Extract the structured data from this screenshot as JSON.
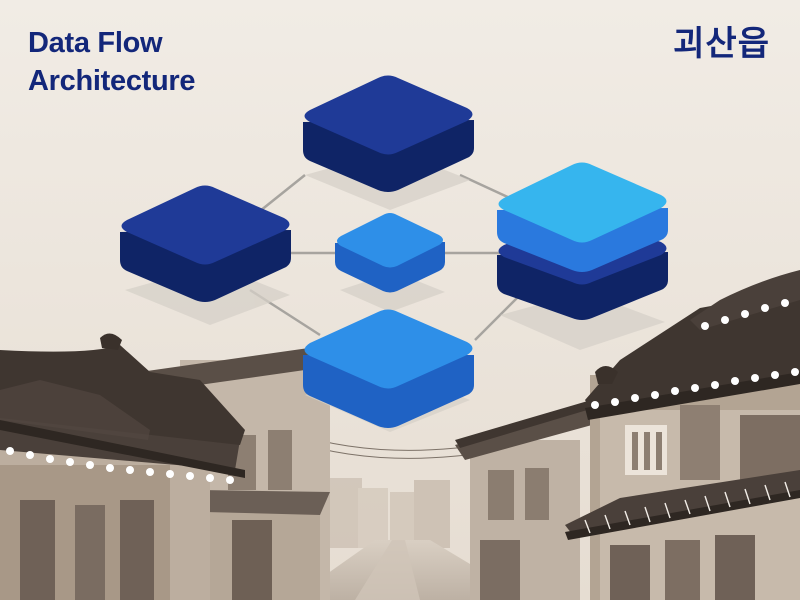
{
  "title": {
    "line1": "Data Flow",
    "line2": "Architecture"
  },
  "korean_title": "괴산읍",
  "colors": {
    "sky": "#eee8e0",
    "title": "#13277a",
    "navy_top": "#1f3a97",
    "navy_side": "#0f2466",
    "blue_top": "#2e8fe8",
    "blue_side": "#1f62c4",
    "cyan_top": "#36b5ee",
    "connector": "#a7a49f",
    "building_light": "#c9bdb0",
    "building_mid": "#a89a8c",
    "building_dark": "#6d5f53",
    "roof": "#4e443e",
    "tile_caps": "#ffffff"
  },
  "diagram": {
    "nodes": [
      {
        "id": "top",
        "color": "navy",
        "layers": 1
      },
      {
        "id": "left",
        "color": "navy",
        "layers": 1
      },
      {
        "id": "center",
        "color": "blue",
        "layers": 1
      },
      {
        "id": "right",
        "color": "cyan-navy-stack",
        "layers": 2
      },
      {
        "id": "bottom",
        "color": "blue",
        "layers": 1
      }
    ],
    "connections": [
      [
        "top",
        "left"
      ],
      [
        "top",
        "right"
      ],
      [
        "left",
        "center"
      ],
      [
        "center",
        "right"
      ],
      [
        "left",
        "bottom"
      ],
      [
        "bottom",
        "right"
      ]
    ]
  },
  "scene": {
    "street": "hanok-alley",
    "icon_roof": "hanok-roof-icon"
  }
}
